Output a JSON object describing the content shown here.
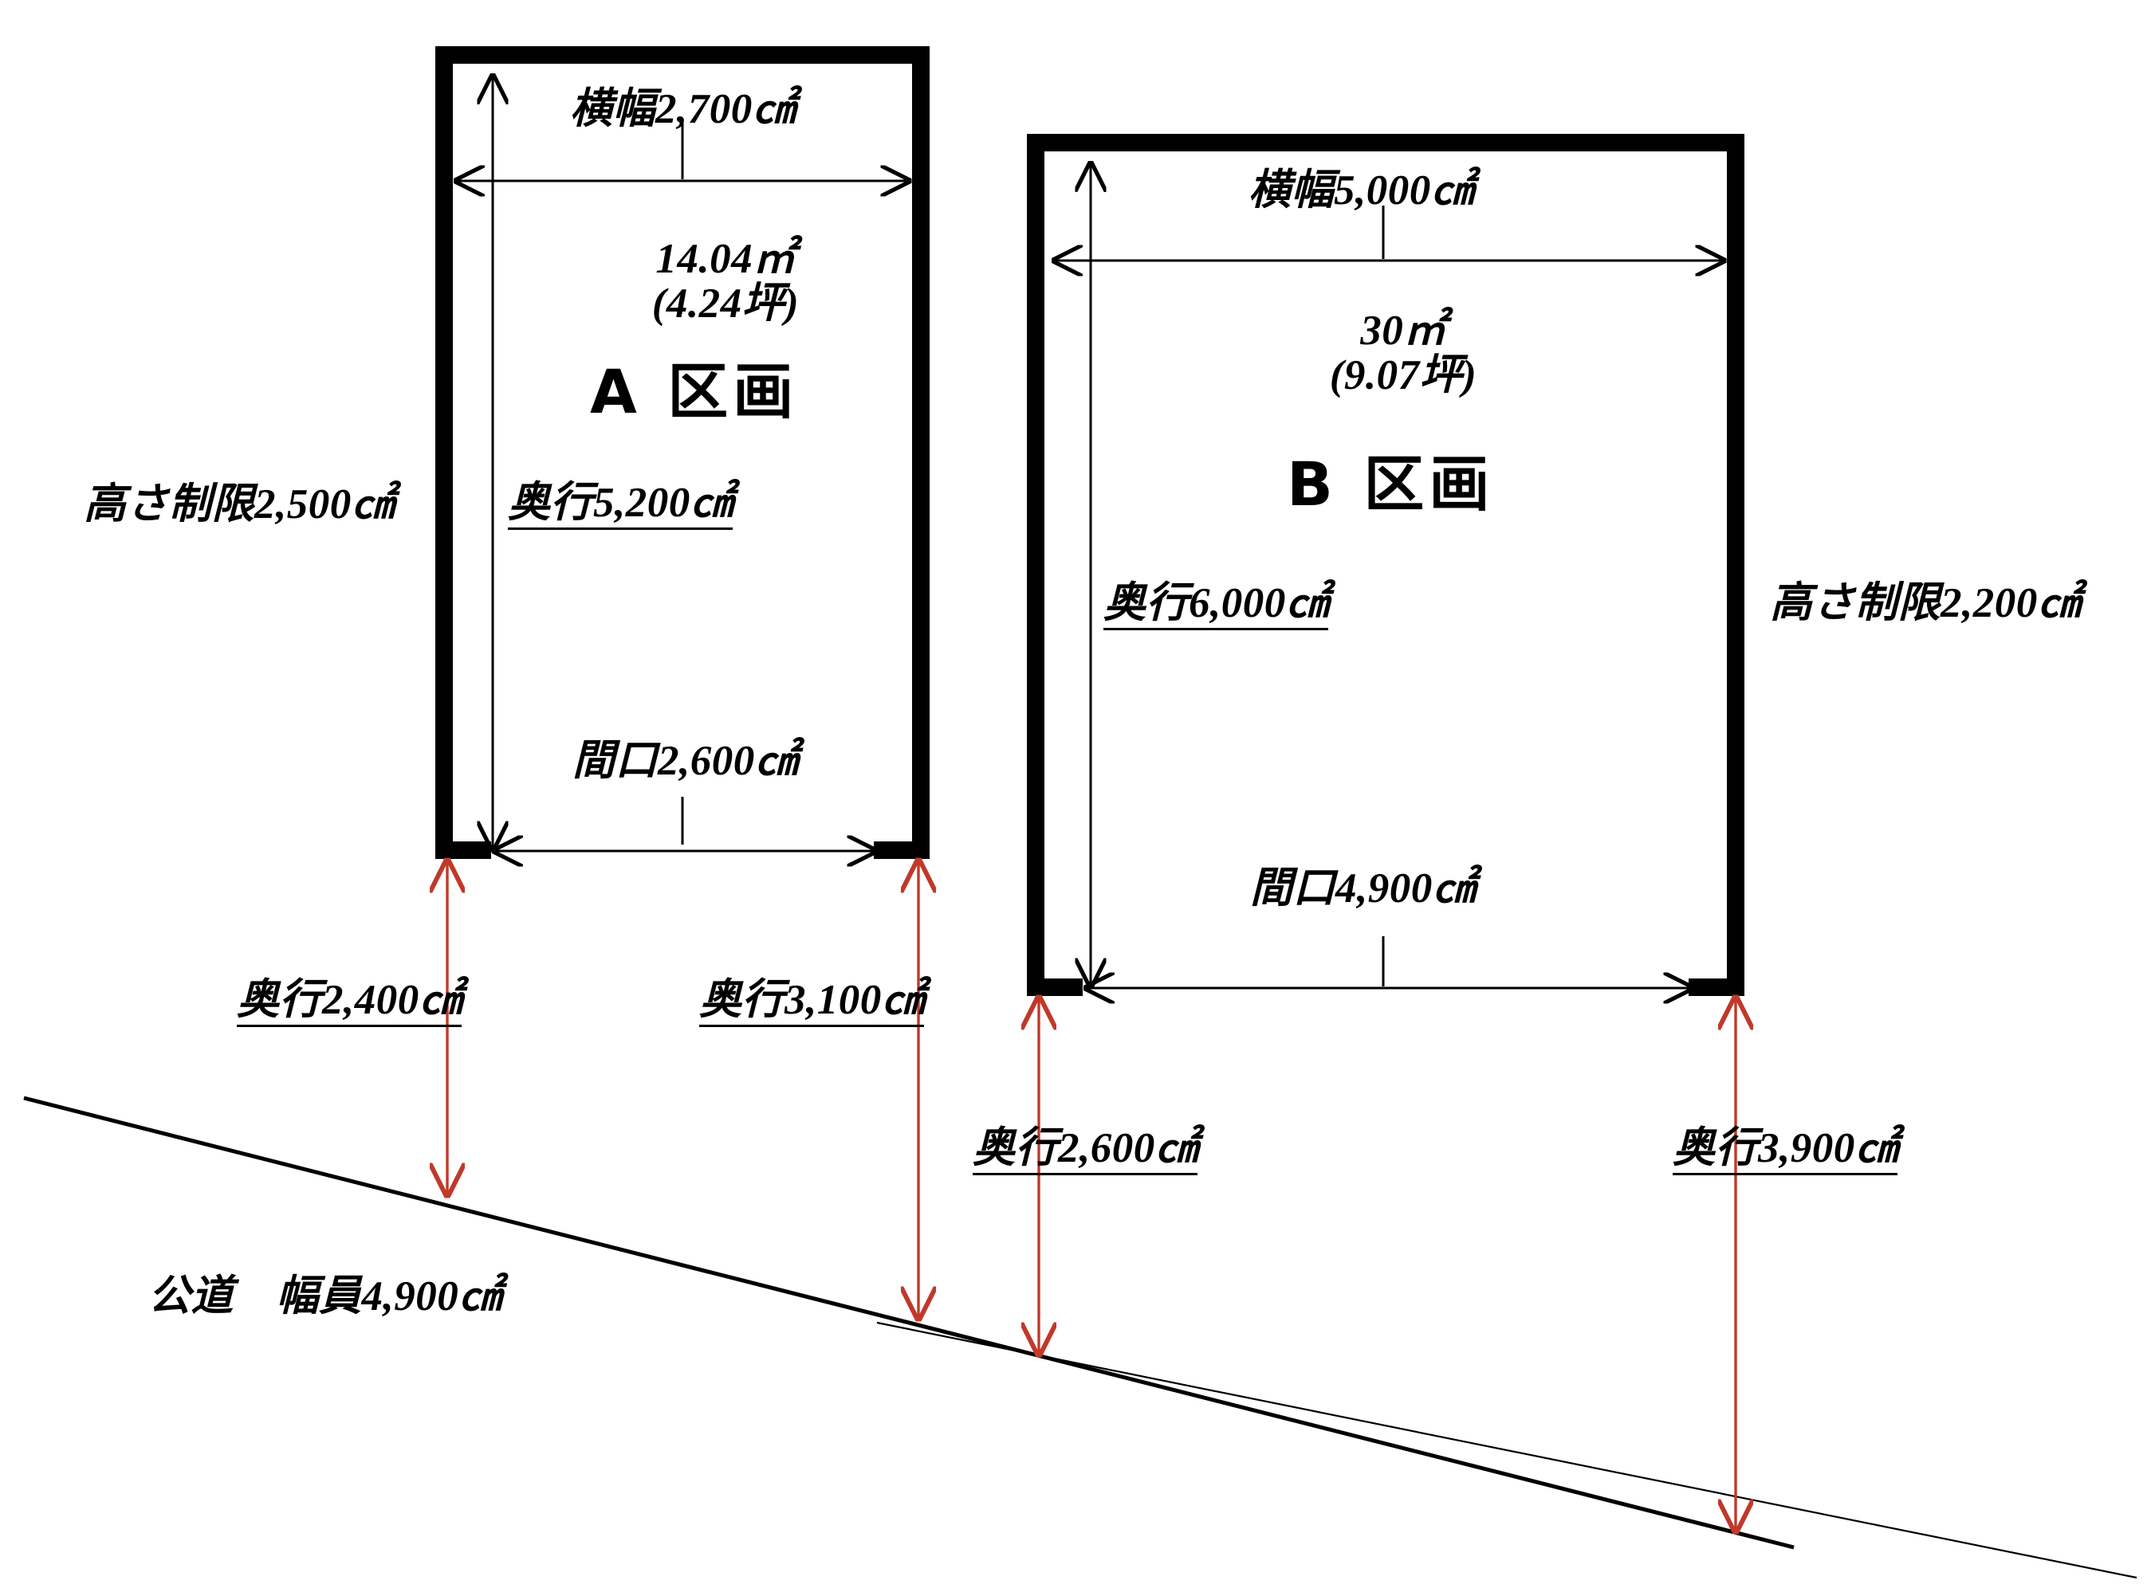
{
  "diagram": {
    "title": "区画図",
    "type": "site-plan",
    "units": [
      {
        "id": "A",
        "zone_label": "A 区画",
        "area_sqm": "14.04㎡",
        "area_tsubo": "(4.24坪)",
        "width_label": "横幅2,700㎠",
        "depth_label": "奥行5,200㎠",
        "frontage_label": "間口2,600㎠",
        "height_limit_label": "高さ制限2,500㎠",
        "setback_left_label": "奥行2,400㎠",
        "setback_right_label": "奥行3,100㎠"
      },
      {
        "id": "B",
        "zone_label": "B 区画",
        "area_sqm": "30㎡",
        "area_tsubo": "(9.07坪)",
        "width_label": "横幅5,000㎠",
        "depth_label": "奥行6,000㎠",
        "frontage_label": "間口4,900㎠",
        "height_limit_label": "高さ制限2,200㎠",
        "setback_left_label": "奥行2,600㎠",
        "setback_right_label": "奥行3,900㎠"
      }
    ],
    "road": {
      "label": "公道　幅員4,900㎠"
    },
    "colors": {
      "wall": "#000000",
      "dimension_line": "#000000",
      "setback_arrow": "#c0392b",
      "background": "#ffffff",
      "road_line": "#000000"
    }
  }
}
